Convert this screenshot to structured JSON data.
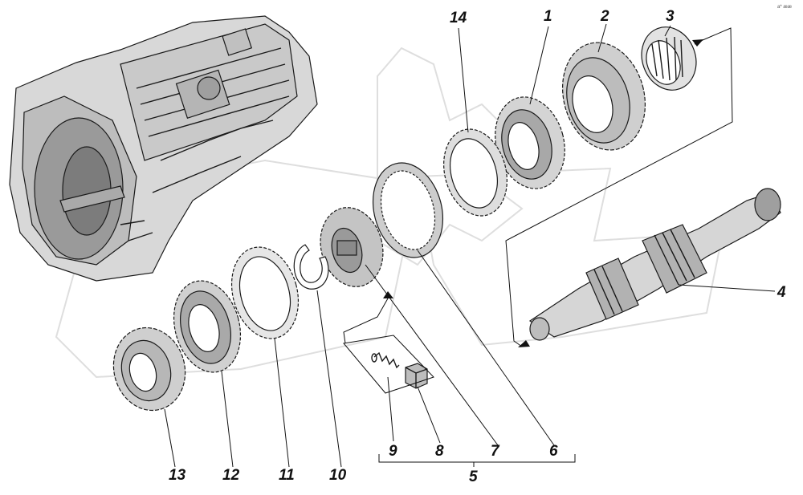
{
  "corner_mark": "a* ææ",
  "callouts": {
    "c1": "1",
    "c2": "2",
    "c3": "3",
    "c4": "4",
    "c5": "5",
    "c6": "6",
    "c7": "7",
    "c8": "8",
    "c9": "9",
    "c10": "10",
    "c11": "11",
    "c12": "12",
    "c13": "13",
    "c14": "14"
  },
  "colors": {
    "ink": "#1a1a1a",
    "watermark": "#e4e4e4",
    "paper": "#ffffff"
  }
}
